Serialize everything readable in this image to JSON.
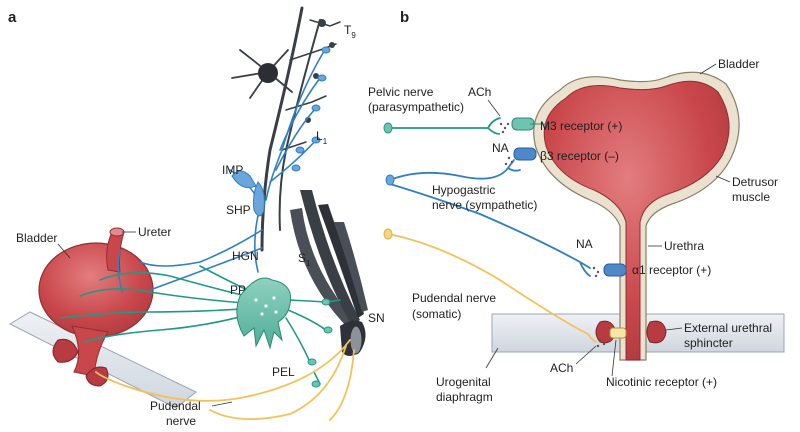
{
  "panel_a": {
    "letter": "a",
    "labels": {
      "t9": "T",
      "t9_sub": "9",
      "l1": "L",
      "l1_sub": "1",
      "s1": "S",
      "s1_sub": "1",
      "imp": "IMP",
      "shp": "SHP",
      "hgn": "HGN",
      "pp": "PP",
      "pel": "PEL",
      "sn": "SN",
      "ureter": "Ureter",
      "bladder": "Bladder",
      "pudendal_1": "Pudendal",
      "pudendal_2": "nerve"
    }
  },
  "panel_b": {
    "letter": "b",
    "labels": {
      "bladder": "Bladder",
      "pelvic_1": "Pelvic nerve",
      "pelvic_2": "(parasympathetic)",
      "ach_top": "ACh",
      "m3": "M3 receptor (+)",
      "na_top": "NA",
      "beta3": "β3 receptor (–)",
      "hypo_1": "Hypogastric",
      "hypo_2": "nerve (sympathetic)",
      "detrusor_1": "Detrusor",
      "detrusor_2": "muscle",
      "na_mid": "NA",
      "urethra": "Urethra",
      "alpha1": "α1 receptor (+)",
      "pudendal_1": "Pudendal nerve",
      "pudendal_2": "(somatic)",
      "eus_1": "External urethral",
      "eus_2": "sphincter",
      "ach_bottom": "ACh",
      "urogenital_1": "Urogenital",
      "urogenital_2": "diaphragm",
      "nicotinic": "Nicotinic receptor (+)"
    }
  },
  "colors": {
    "sympathetic": "#2f7fc1",
    "parasympathetic": "#1f9a86",
    "somatic": "#f2c25a",
    "bladder": "#c9474b",
    "spinal": "#3a3f46",
    "receptor_green": "#6fc3b0",
    "receptor_blue": "#4f88c8",
    "diaphragm": "#d9dee6"
  }
}
